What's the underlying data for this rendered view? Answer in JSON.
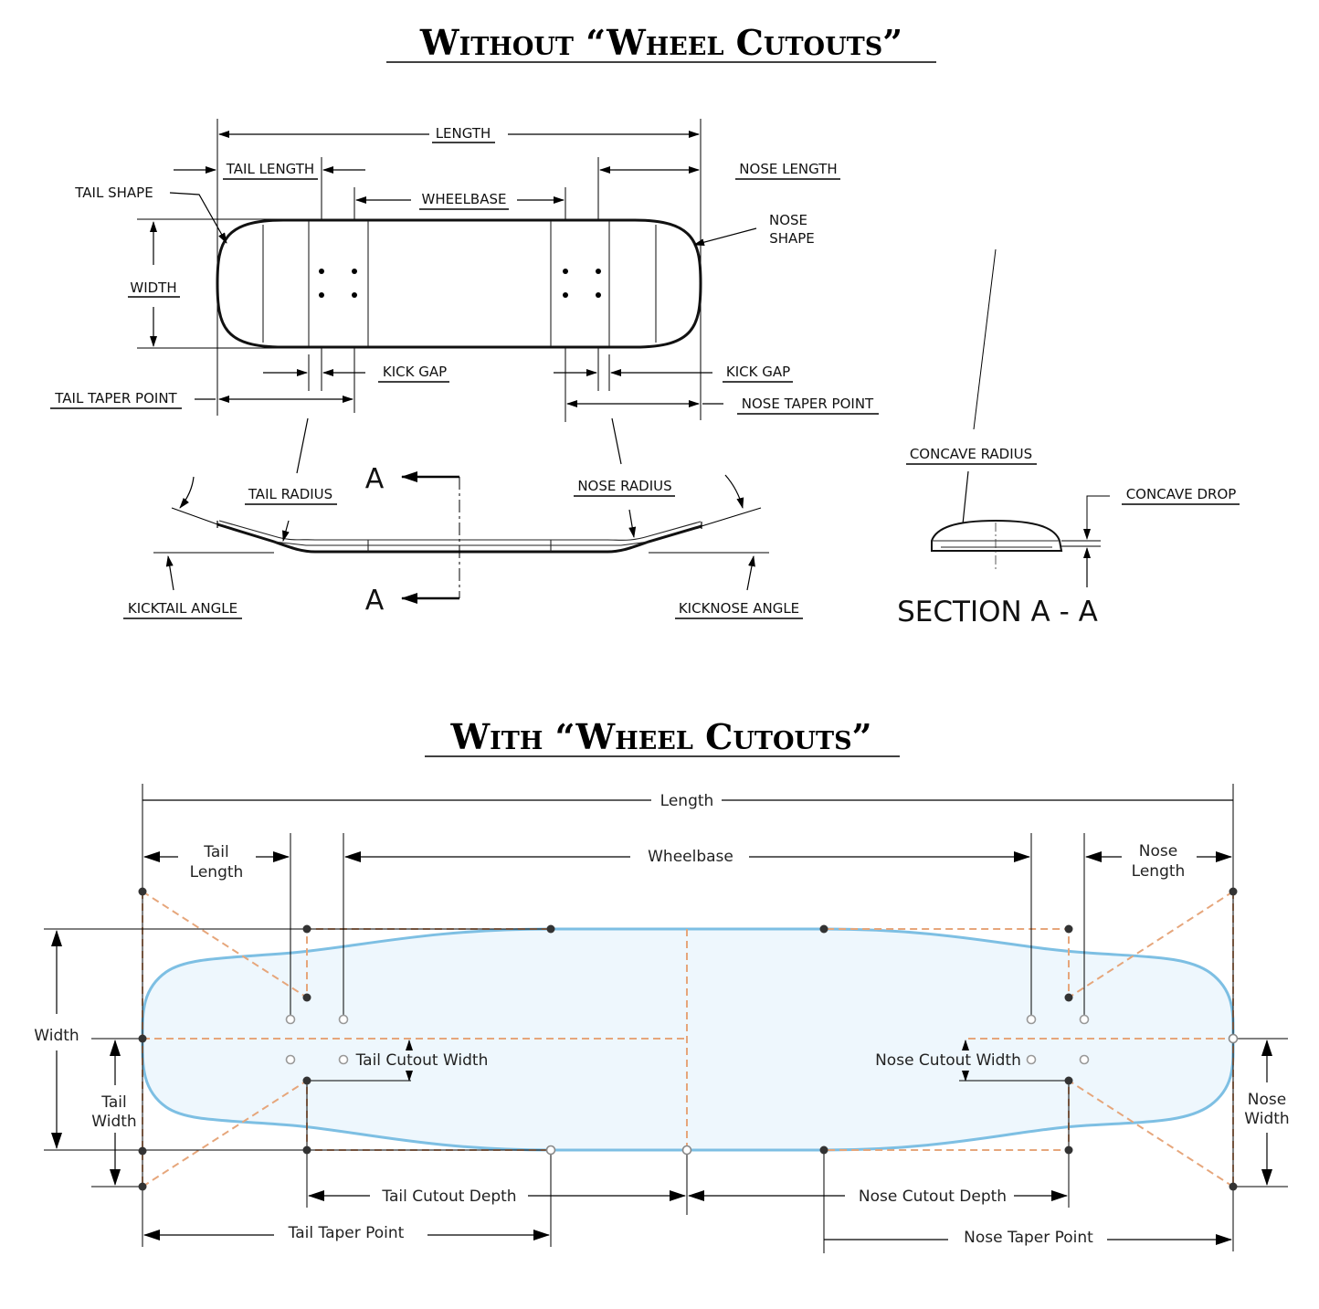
{
  "top_section": {
    "title": "Without “Wheel Cutouts”",
    "labels": {
      "length": "LENGTH",
      "tail_length": "TAIL LENGTH",
      "nose_length": "NOSE LENGTH",
      "tail_shape": "TAIL SHAPE",
      "wheelbase": "WHEELBASE",
      "nose_shape_1": "NOSE",
      "nose_shape_2": "SHAPE",
      "width": "WIDTH",
      "kick_gap_left": "KICK GAP",
      "kick_gap_right": "KICK GAP",
      "tail_taper_point": "TAIL TAPER POINT",
      "nose_taper_point": "NOSE TAPER POINT",
      "tail_radius": "TAIL RADIUS",
      "nose_radius": "NOSE RADIUS",
      "kicktail_angle": "KICKTAIL ANGLE",
      "kicknose_angle": "KICKNOSE ANGLE",
      "section_marker_top": "A",
      "section_marker_bottom": "A",
      "concave_radius": "CONCAVE RADIUS",
      "concave_drop": "CONCAVE DROP",
      "section_title": "SECTION A - A"
    }
  },
  "bottom_section": {
    "title": "With “Wheel Cutouts”",
    "labels": {
      "length": "Length",
      "tail_length_1": "Tail",
      "tail_length_2": "Length",
      "wheelbase": "Wheelbase",
      "nose_length_1": "Nose",
      "nose_length_2": "Length",
      "width": "Width",
      "tail_width_1": "Tail",
      "tail_width_2": "Width",
      "nose_width_1": "Nose",
      "nose_width_2": "Width",
      "tail_cutout_width": "Tail Cutout Width",
      "nose_cutout_width": "Nose Cutout Width",
      "tail_cutout_depth": "Tail Cutout Depth",
      "nose_cutout_depth": "Nose Cutout Depth",
      "tail_taper_point": "Tail Taper Point",
      "nose_taper_point": "Nose Taper Point"
    }
  },
  "colors": {
    "deck_outline": "#7dbfe3",
    "deck_fill": "#eef7fd",
    "construction_dash": "#e6a67b",
    "ink": "#000000"
  }
}
